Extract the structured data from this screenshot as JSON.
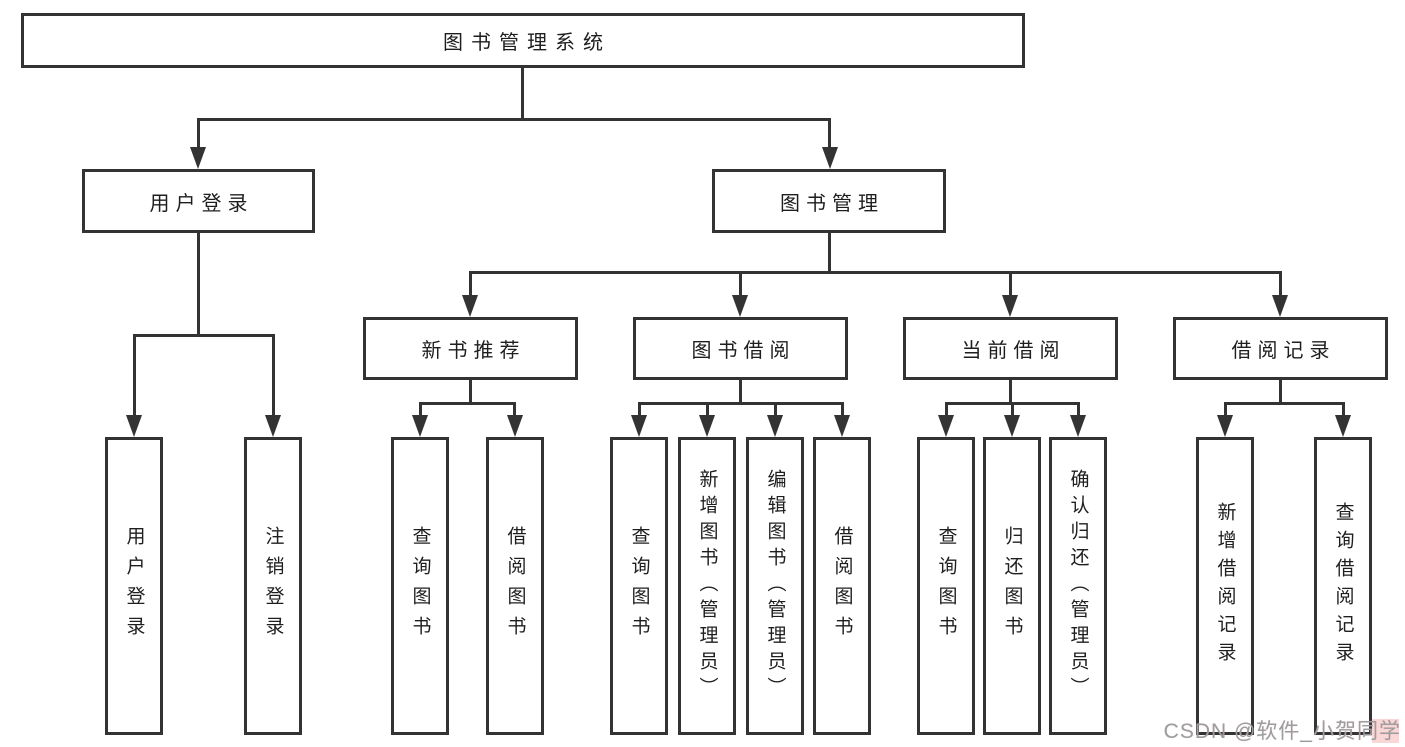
{
  "nodes": {
    "root": {
      "label": "图书管理系统"
    },
    "level2": {
      "user_login": {
        "label": "用户登录"
      },
      "book_mgmt": {
        "label": "图书管理"
      }
    },
    "level3": {
      "new_book": {
        "label": "新书推荐"
      },
      "book_borrow": {
        "label": "图书借阅"
      },
      "current_borrow": {
        "label": "当前借阅"
      },
      "borrow_record": {
        "label": "借阅记录"
      }
    },
    "leaves": {
      "user_login_1": {
        "label": "用户登录"
      },
      "user_login_2": {
        "label": "注销登录"
      },
      "new_book_1": {
        "label": "查询图书"
      },
      "new_book_2": {
        "label": "借阅图书"
      },
      "book_borrow_1": {
        "label": "查询图书"
      },
      "book_borrow_2": {
        "label": "新增图书（管理员）"
      },
      "book_borrow_3": {
        "label": "编辑图书（管理员）"
      },
      "book_borrow_4": {
        "label": "借阅图书"
      },
      "current_borrow_1": {
        "label": "查询图书"
      },
      "current_borrow_2": {
        "label": "归还图书"
      },
      "current_borrow_3": {
        "label": "确认归还（管理员）"
      },
      "borrow_record_1": {
        "label": "新增借阅记录"
      },
      "borrow_record_2": {
        "label": "查询借阅记录"
      }
    }
  },
  "watermark": {
    "text": "CSDN @软件_小贺同学"
  },
  "colors": {
    "line": "#333333",
    "text": "#1e1e1e",
    "background": "#ffffff",
    "watermark": "#9b9da0",
    "watermark_highlight": "#f3a6a6"
  }
}
